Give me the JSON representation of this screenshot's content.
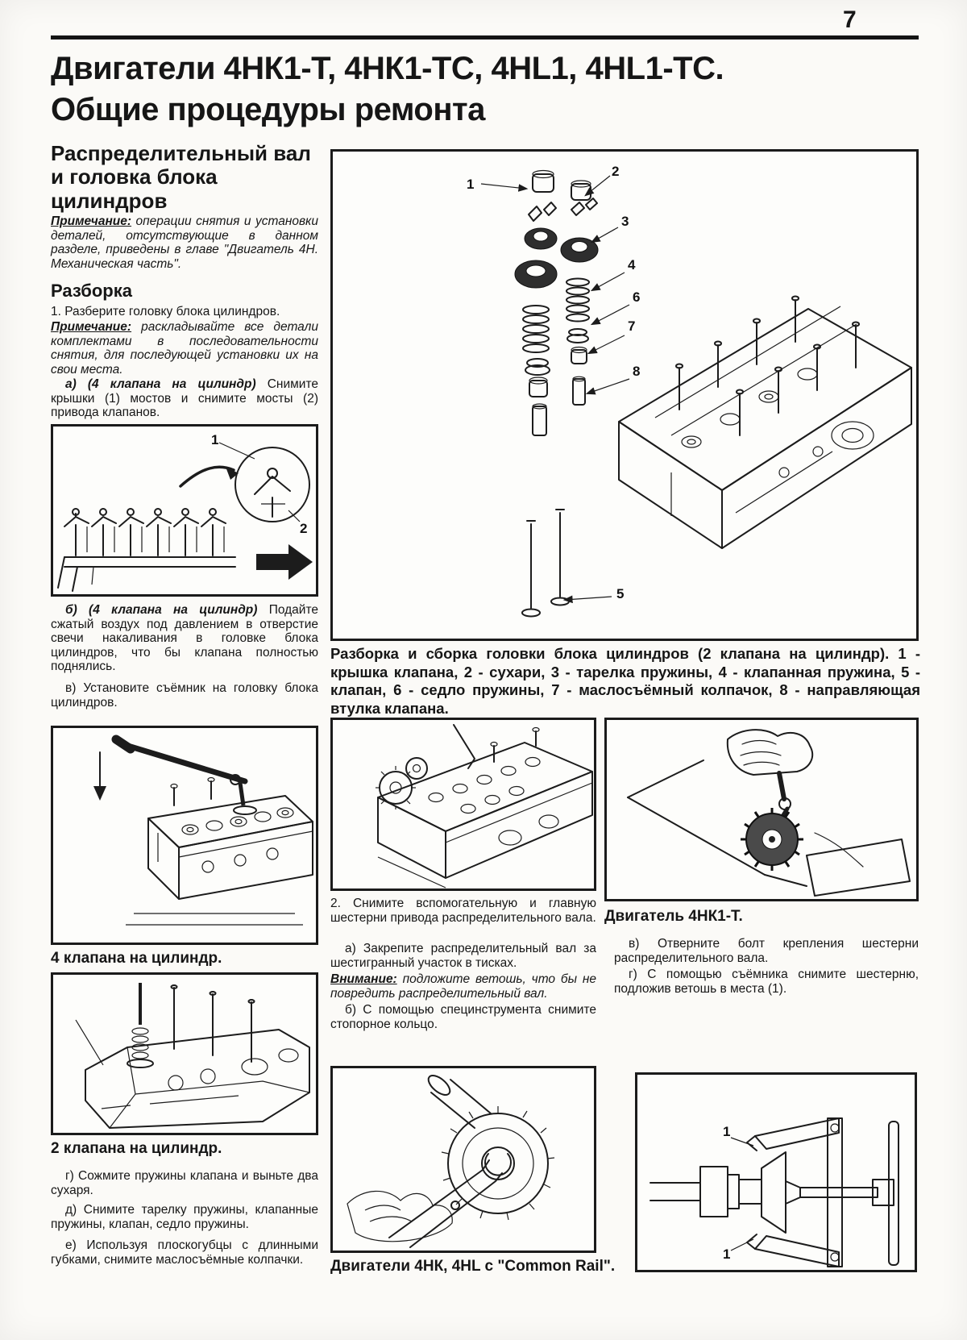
{
  "page": {
    "number": "7",
    "title_line1": "Двигатели 4НК1-Т, 4НК1-ТС, 4HL1, 4HL1-ТС.",
    "title_line2": "Общие процедуры ремонта"
  },
  "left": {
    "heading": "Распределительный вал и головка блока цилиндров",
    "note1_label": "Примечание:",
    "note1_text": "операции снятия и установки деталей, отсутствующие в данном разделе, приведены в главе \"Двигатель 4Н. Механическая часть\".",
    "subheading": "Разборка",
    "step1": "1. Разберите головку блока цилиндров.",
    "note2_label": "Примечание:",
    "note2_text": "раскладывайте все детали комплектами в последовательности снятия, для последующей установки их на свои места.",
    "step_a_lead": "а) (4 клапана на цилиндр)",
    "step_a_rest": "Снимите крышки (1) мостов и снимите мосты (2) привода клапанов.",
    "step_b_lead": "б) (4 клапана на цилиндр)",
    "step_b_rest": "Подайте сжатый воздух под давлением в отверстие свечи накаливания в головке блока цилиндров, что бы клапана полностью поднялись.",
    "step_v": "в) Установите съёмник на головку блока цилиндров.",
    "fig_4v_caption": "4 клапана на цилиндр.",
    "fig_2v_caption": "2 клапана на цилиндр.",
    "step_g": "г) Сожмите пружины клапана и выньте два сухаря.",
    "step_d": "д) Снимите тарелку пружины, клапанные пружины, клапан, седло пружины.",
    "step_e": "е) Используя плоскогубцы с длинными губками, снимите маслосъёмные колпачки."
  },
  "main_figure": {
    "caption": "Разборка и сборка головки блока цилиндров (2 клапана на цилиндр). 1 - крышка клапана, 2 - сухари, 3 - тарелка пружины, 4 - клапанная пружина, 5 - клапан, 6 - седло пружины, 7 - маслосъёмный колпачок, 8 - направляющая втулка клапана."
  },
  "middle": {
    "step2": "2. Снимите вспомогательную и главную шестерни привода распределительного вала.",
    "step2_a": "а) Закрепите распределительный вал за шестигранный участок в тисках.",
    "warn_label": "Внимание:",
    "warn_text": "подложите ветошь, что бы не повредить распределительный вал.",
    "step2_b": "б) С помощью специнструмента снимите стопорное кольцо.",
    "fig_caption": "Двигатели 4НК, 4HL с \"Common Rail\"."
  },
  "right": {
    "fig_caption": "Двигатель 4НК1-Т.",
    "step_v": "в) Отверните болт крепления шестерни распределительного вала.",
    "step_g": "г) С помощью съёмника снимите шестерню, подложив ветошь в места (1)."
  },
  "figures": {
    "main": {
      "callouts": [
        "1",
        "2",
        "3",
        "4",
        "5",
        "6",
        "7",
        "8"
      ]
    },
    "rocker": {
      "callouts": [
        "1",
        "2"
      ]
    },
    "puller": {
      "callouts": [
        "1",
        "1"
      ]
    }
  }
}
